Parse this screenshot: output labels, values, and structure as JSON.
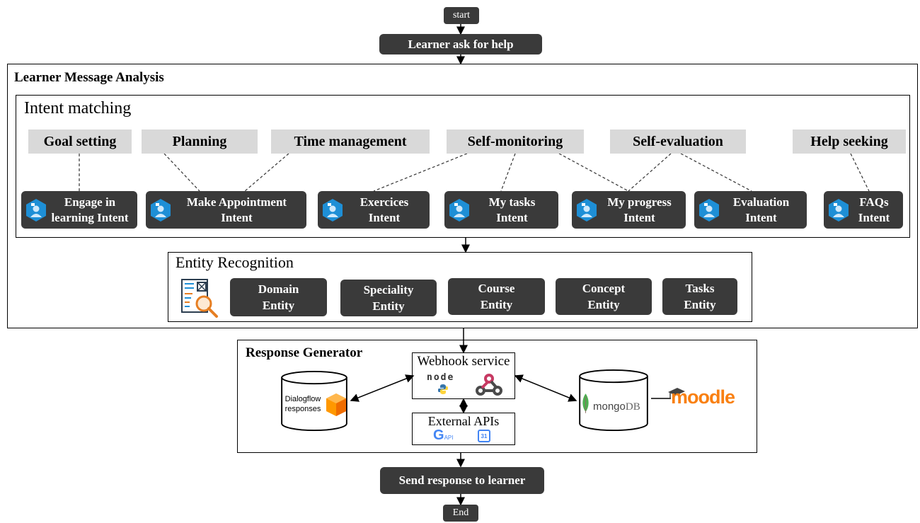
{
  "flow": {
    "start": "start",
    "ask": "Learner ask for help",
    "send": "Send response to learner",
    "end": "End"
  },
  "analysis": {
    "title": "Learner Message Analysis"
  },
  "intent_matching": {
    "title": "Intent matching",
    "categories": [
      "Goal setting",
      "Planning",
      "Time management",
      "Self-monitoring",
      "Self-evaluation",
      "Help seeking"
    ],
    "intents": [
      [
        "Engage in",
        "learning Intent"
      ],
      [
        "Make Appointment",
        "Intent"
      ],
      [
        "Exercices",
        "Intent"
      ],
      [
        "My tasks",
        "Intent"
      ],
      [
        "My progress",
        "Intent"
      ],
      [
        "Evaluation",
        "Intent"
      ],
      [
        "FAQs",
        "Intent"
      ]
    ]
  },
  "entity_recognition": {
    "title": "Entity Recognition",
    "entities": [
      [
        "Domain",
        "Entity"
      ],
      [
        "Speciality",
        "Entity"
      ],
      [
        "Course",
        "Entity"
      ],
      [
        "Concept",
        "Entity"
      ],
      [
        "Tasks",
        "Entity"
      ]
    ]
  },
  "response_generator": {
    "title": "Response Generator",
    "webhook": "Webhook service",
    "node_label": "node",
    "external": "External APIs",
    "dialogflow": [
      "Dialogflow",
      "responses"
    ],
    "mongo": "mongo",
    "mongo_db": "DB",
    "moodle": "moodle",
    "google_api": "API",
    "calendar": "31"
  },
  "colors": {
    "dark_box": "#3a3a3a",
    "grey_box": "#d9d9d9",
    "intent_icon": "#1e8fd6",
    "dialogflow": "#ff9800",
    "mongo_leaf": "#4caf50",
    "moodle": "#f98012"
  }
}
